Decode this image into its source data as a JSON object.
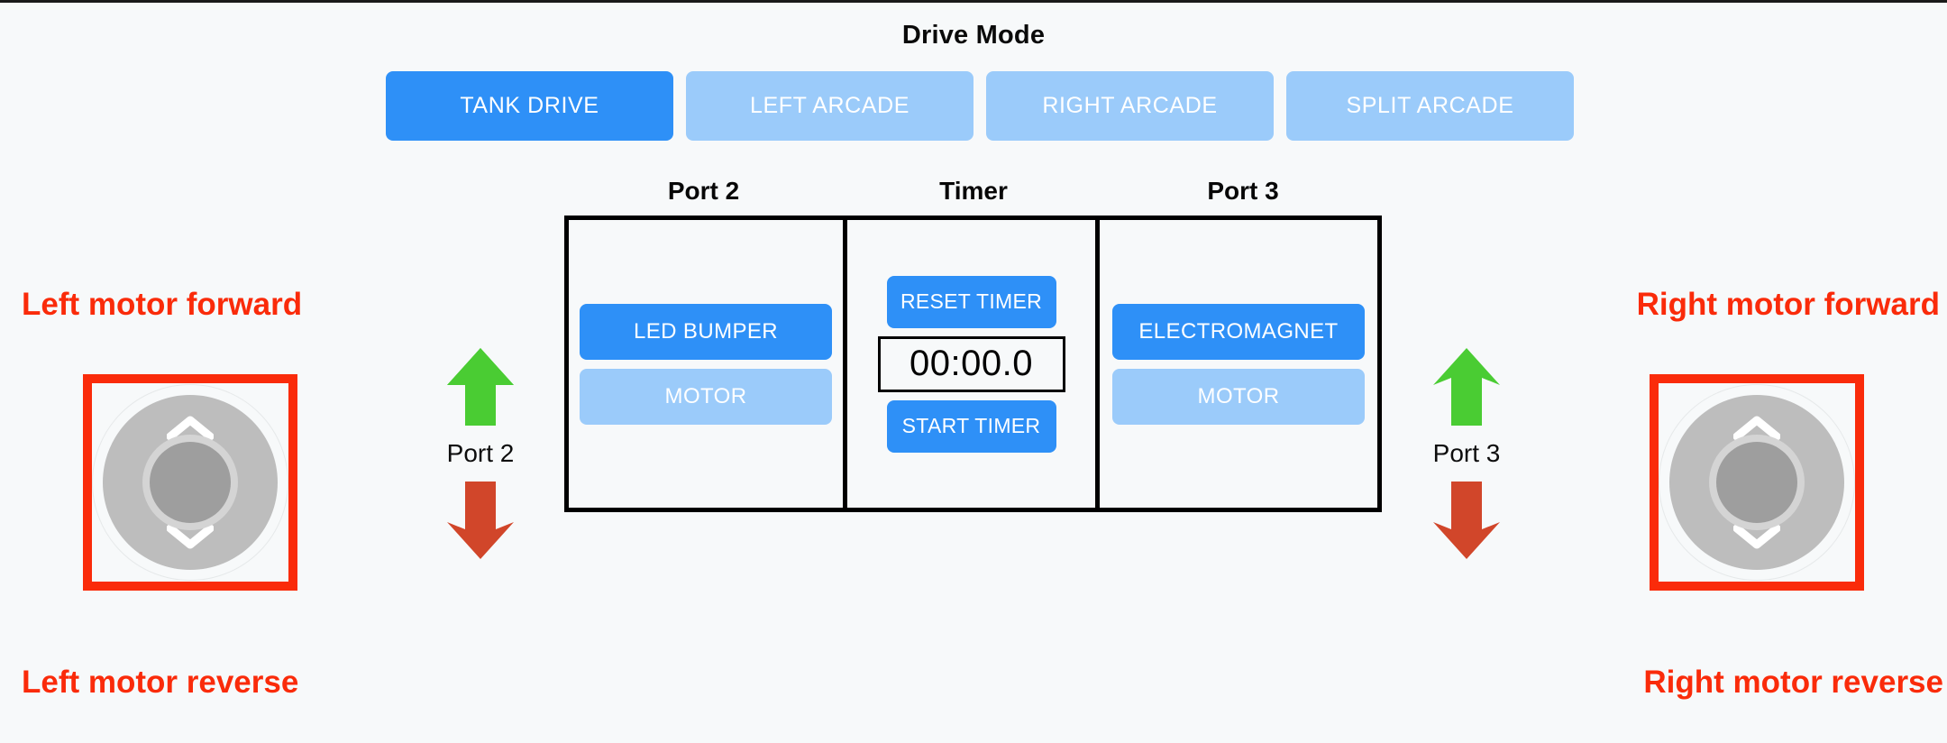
{
  "drive_mode": {
    "title": "Drive Mode",
    "buttons": [
      {
        "label": "TANK DRIVE",
        "state": "active"
      },
      {
        "label": "LEFT ARCADE",
        "state": "inactive"
      },
      {
        "label": "RIGHT ARCADE",
        "state": "inactive"
      },
      {
        "label": "SPLIT ARCADE",
        "state": "inactive"
      }
    ]
  },
  "panel": {
    "headers": {
      "port2": "Port 2",
      "timer": "Timer",
      "port3": "Port 3"
    },
    "port2": {
      "primary_label": "LED BUMPER",
      "secondary_label": "MOTOR"
    },
    "timer": {
      "reset_label": "RESET TIMER",
      "readout": "00:00.0",
      "start_label": "START TIMER"
    },
    "port3": {
      "primary_label": "ELECTROMAGNET",
      "secondary_label": "MOTOR"
    }
  },
  "left_joystick": {
    "annotation_top": "Left motor forward",
    "annotation_bottom": "Left motor reverse",
    "port_label": "Port 2",
    "up_icon": "chevron-up-icon",
    "down_icon": "chevron-down-icon",
    "forward_arrow_icon": "arrow-up-icon",
    "reverse_arrow_icon": "arrow-down-icon"
  },
  "right_joystick": {
    "annotation_top": "Right motor forward",
    "annotation_bottom": "Right motor reverse",
    "port_label": "Port 3",
    "up_icon": "chevron-up-icon",
    "down_icon": "chevron-down-icon",
    "forward_arrow_icon": "arrow-up-icon",
    "reverse_arrow_icon": "arrow-down-icon"
  },
  "colors": {
    "background": "#f7f9fa",
    "accent_blue_active": "#2e90f7",
    "accent_blue_inactive": "#9bcbfa",
    "annotation_red": "#fa2b0a",
    "arrow_green": "#4acc33",
    "arrow_red": "#d1462a",
    "joystick_disc": "#bdbdbd",
    "joystick_knob": "#9e9e9e",
    "panel_border": "#000000"
  }
}
